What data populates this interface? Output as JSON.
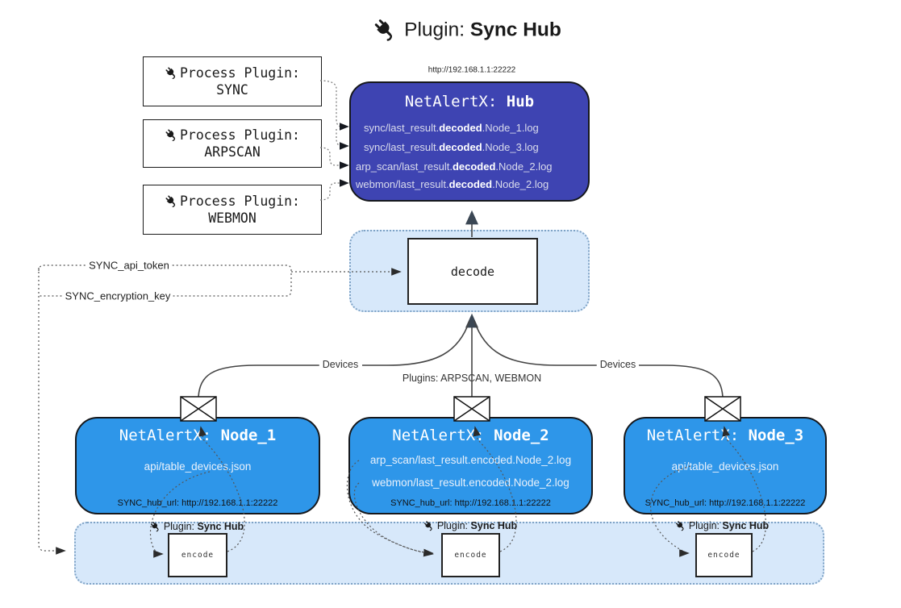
{
  "title": {
    "prefix": "Plugin:",
    "name": "Sync Hub"
  },
  "hub": {
    "url_label": "http://192.168.1.1:22222",
    "title_prefix": "NetAlertX:",
    "title_name": "Hub",
    "lines": [
      {
        "pre": "sync/last_result.",
        "mid": "decoded",
        "post": ".Node_1.log"
      },
      {
        "pre": "sync/last_result.",
        "mid": "decoded",
        "post": ".Node_3.log"
      },
      {
        "pre": "arp_scan/last_result.",
        "mid": "decoded",
        "post": ".Node_2.log"
      },
      {
        "pre": "webmon/last_result.",
        "mid": "decoded",
        "post": ".Node_2.log"
      }
    ]
  },
  "process_plugins": [
    {
      "label": "Process Plugin:",
      "name": "SYNC"
    },
    {
      "label": "Process Plugin:",
      "name": "ARPSCAN"
    },
    {
      "label": "Process Plugin:",
      "name": "WEBMON"
    }
  ],
  "decode_label": "decode",
  "keys": {
    "api_token": "SYNC_api_token",
    "encryption_key": "SYNC_encryption_key"
  },
  "edge_labels": {
    "left": "Devices",
    "middle": "Plugins: ARPSCAN, WEBMON",
    "right": "Devices"
  },
  "nodes": [
    {
      "title_prefix": "NetAlertX:",
      "title_name": "Node_1",
      "lines": [
        "api/table_devices.json"
      ],
      "hub_url": "SYNC_hub_url: http://192.168.1.1:22222"
    },
    {
      "title_prefix": "NetAlertX:",
      "title_name": "Node_2",
      "lines": [
        "arp_scan/last_result.encoded.Node_2.log",
        "webmon/last_result.encoded.Node_2.log"
      ],
      "hub_url": "SYNC_hub_url: http://192.168.1.1:22222"
    },
    {
      "title_prefix": "NetAlertX:",
      "title_name": "Node_3",
      "lines": [
        "api/table_devices.json"
      ],
      "hub_url": "SYNC_hub_url: http://192.168.1.1:22222"
    }
  ],
  "encoders": [
    {
      "label_prefix": "Plugin:",
      "label_name": "Sync Hub",
      "box_label": "encode"
    },
    {
      "label_prefix": "Plugin:",
      "label_name": "Sync Hub",
      "box_label": "encode"
    },
    {
      "label_prefix": "Plugin:",
      "label_name": "Sync Hub",
      "box_label": "encode"
    }
  ],
  "colors": {
    "hub_fill": "#3e44b2",
    "node_fill": "#2e96e9",
    "band_fill": "#d7e8fa",
    "band_border": "#7fa3c6",
    "connector": "#444444",
    "arrow_dark": "#3b4754"
  }
}
